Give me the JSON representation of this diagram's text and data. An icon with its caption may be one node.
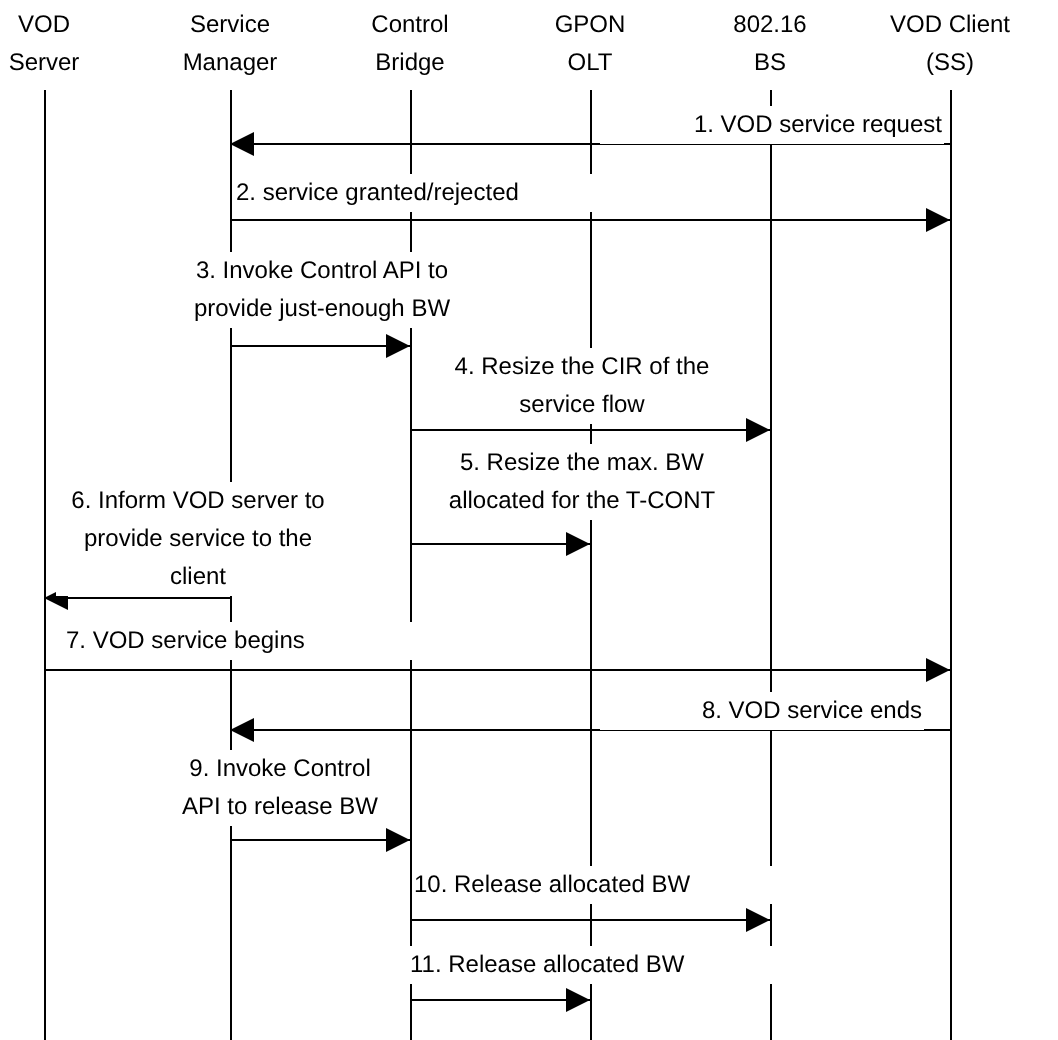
{
  "diagram": {
    "nodes": [
      {
        "text": [
          "VOD Server"
        ]
      },
      {
        "text": [
          "Service Manager"
        ]
      },
      {
        "text": [
          "Control Bridge"
        ]
      },
      {
        "text": [
          "GPON OLT"
        ]
      },
      {
        "text": [
          "802.16 BS"
        ]
      },
      {
        "text": [
          "VOD Client (SS)"
        ]
      }
    ],
    "edges": [
      {
        "from": 5,
        "to": 1,
        "arrow": "to",
        "label": "1. VOD service request"
      },
      {
        "from": 1,
        "to": 5,
        "arrow": "to",
        "label": "2. service granted/rejected"
      },
      {
        "from": 1,
        "to": 2,
        "arrow": "to",
        "label": "3. Invoke Control API to provide just-enough BW"
      },
      {
        "from": 2,
        "to": 4,
        "arrow": "to",
        "label": "4. Resize the CIR of the service flow"
      },
      {
        "from": 2,
        "to": 3,
        "arrow": "to",
        "label": "5. Resize the max. BW allocated for the T-CONT"
      },
      {
        "from": 1,
        "to": 0,
        "arrow": "to",
        "label": "6. Inform VOD server to provide service to the client"
      },
      {
        "from": 0,
        "to": 5,
        "arrow": "to",
        "label": "7. VOD service begins"
      },
      {
        "from": 5,
        "to": 1,
        "arrow": "to",
        "label": "8. VOD service ends"
      },
      {
        "from": 1,
        "to": 2,
        "arrow": "to",
        "label": "9. Invoke Control API to release BW"
      },
      {
        "from": 2,
        "to": 4,
        "arrow": "to",
        "label": "10. Release allocated BW"
      },
      {
        "from": 2,
        "to": 3,
        "arrow": "to",
        "label": "11. Release allocated BW"
      }
    ]
  }
}
